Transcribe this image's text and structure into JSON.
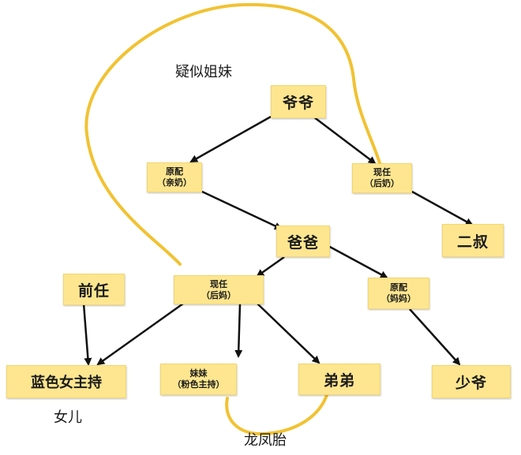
{
  "nodes": {
    "grandpa": "爷爷",
    "grandma_original": {
      "line1": "原配",
      "line2": "（亲奶）"
    },
    "grandma_current": {
      "line1": "现任",
      "line2": "（后奶）"
    },
    "dad": "爸爸",
    "second_uncle": "二叔",
    "ex": "前任",
    "mom_current": {
      "line1": "现任",
      "line2": "（后妈）"
    },
    "mom_original": {
      "line1": "原配",
      "line2": "（妈妈）"
    },
    "blue_host": "蓝色女主持",
    "sister": {
      "line1": "妹妹",
      "line2": "（粉色主持）"
    },
    "brother": "弟弟",
    "young_master": "少爷"
  },
  "annotations": {
    "suspected_sisters": "疑似姐妹",
    "daughter": "女儿",
    "twins": "龙凤胎"
  },
  "colors": {
    "node_fill": "#fde68f",
    "highlight_stroke": "#f1c232",
    "arrow": "#111111"
  }
}
